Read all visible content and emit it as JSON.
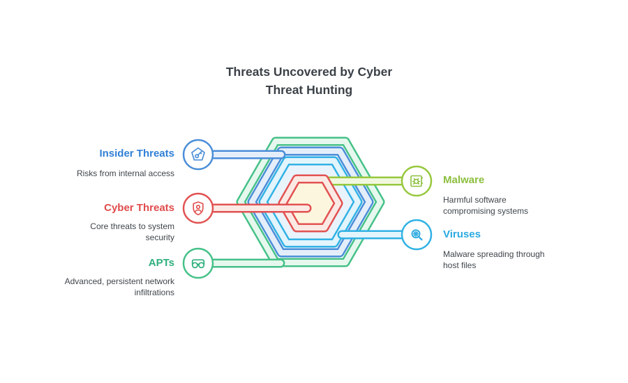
{
  "title": {
    "line1": "Threats Uncovered by Cyber",
    "line2": "Threat Hunting"
  },
  "palette": {
    "insider_blue": "#2f7fd6",
    "cyber_red": "#e14b4b",
    "apts_green": "#2eaf7d",
    "malware_lime": "#8cbf3f",
    "viruses_cyan": "#29a9e0",
    "hex_green": "#46c188",
    "hex_blue": "#4b8ed8",
    "hex_cyan": "#31b2e4",
    "hex_red": "#e25252"
  },
  "nodes": {
    "insider": {
      "label": "Insider Threats",
      "icon": "key-pentagon-icon",
      "desc_lines": [
        "Risks from internal access"
      ]
    },
    "cyber": {
      "label": "Cyber Threats",
      "icon": "shield-icon",
      "desc_lines": [
        "Core threats to system",
        "security"
      ]
    },
    "apts": {
      "label": "APTs",
      "icon": "goggles-icon",
      "desc_lines": [
        "Advanced, persistent network",
        "infiltrations"
      ]
    },
    "malware": {
      "label": "Malware",
      "icon": "bug-window-icon",
      "desc_lines": [
        "Harmful software",
        "compromising systems"
      ]
    },
    "viruses": {
      "label": "Viruses",
      "icon": "virus-magnifier-icon",
      "desc_lines": [
        "Malware spreading through",
        "host files"
      ]
    }
  }
}
